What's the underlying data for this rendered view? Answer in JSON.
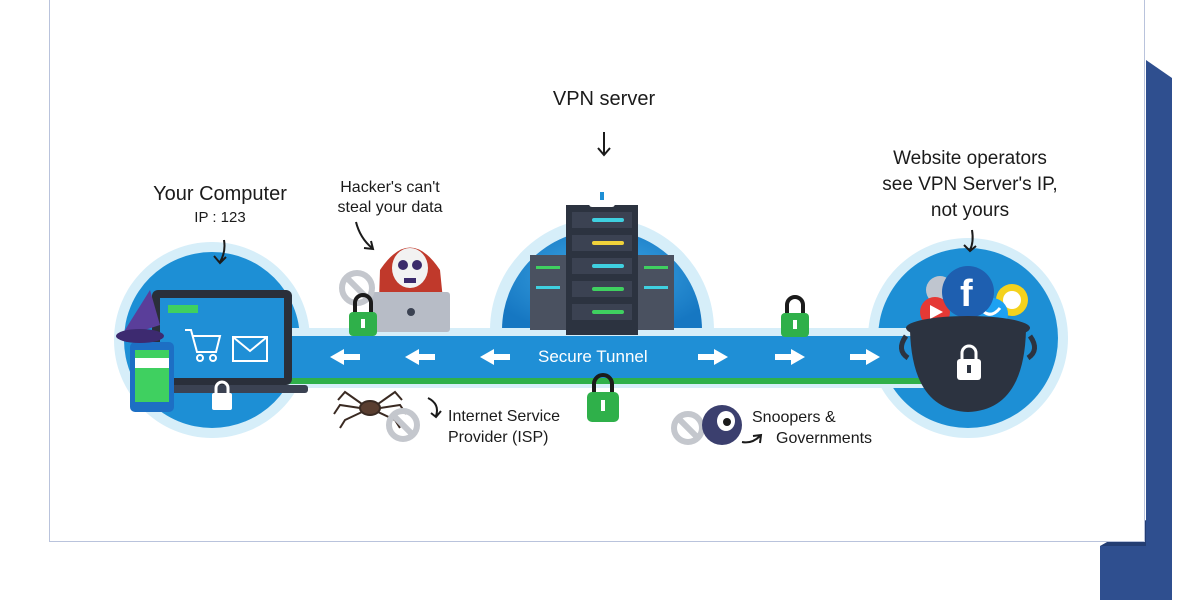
{
  "vpn_server": {
    "title": "VPN server"
  },
  "computer": {
    "title": "Your Computer",
    "ip": "IP : 123"
  },
  "hacker": {
    "line1": "Hacker's can't",
    "line2": "steal your data"
  },
  "website": {
    "line1": "Website operators",
    "line2": "see VPN Server's IP,",
    "line3": "not yours"
  },
  "tunnel": {
    "label": "Secure Tunnel"
  },
  "isp": {
    "line1": "Internet Service",
    "line2": "Provider (ISP)"
  },
  "snoopers": {
    "line1": "Snoopers &",
    "line2": "Governments"
  },
  "colors": {
    "tunnel_blue": "#1f8fd6",
    "bubble_light": "#d6eef9",
    "bubble_blue": "#1d8fd5",
    "lock_green": "#2fb04a",
    "accent_navy": "#2f4f8f"
  },
  "icons": [
    "down-arrow-icon",
    "lock-icon",
    "server-rack-icon",
    "laptop-icon",
    "phone-icon",
    "wizard-hat-icon",
    "shopping-cart-icon",
    "envelope-icon",
    "hacker-icon",
    "no-entry-icon",
    "spider-icon",
    "eye-monster-icon",
    "cauldron-icon",
    "facebook-icon",
    "twitter-icon",
    "youtube-icon",
    "apple-icon",
    "snapchat-icon"
  ]
}
